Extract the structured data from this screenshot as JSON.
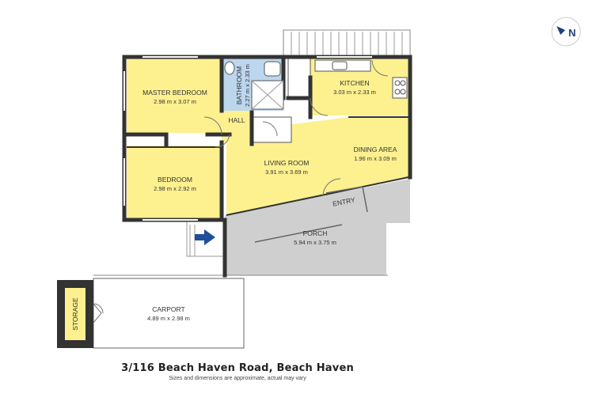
{
  "colors": {
    "room_fill": "#fdf08f",
    "bath_fill": "#bcd6ee",
    "porch_fill": "#cfcfcf",
    "wall": "#333333",
    "storage_fill": "#fdf08f",
    "arrow": "#1f4e9c",
    "compass_n": "#1f3f7a"
  },
  "compass": {
    "label": "N",
    "icon": "north-arrow-icon"
  },
  "rooms": {
    "master_bedroom": {
      "name": "MASTER BEDROOM",
      "dims": "2.98 m x 3.07 m"
    },
    "bathroom": {
      "name": "BATHROOM",
      "dims": "2.27 m x 2.33 m"
    },
    "kitchen": {
      "name": "KITCHEN",
      "dims": "3.03 m x 2.33 m"
    },
    "hall": {
      "name": "HALL"
    },
    "living_room": {
      "name": "LIVING ROOM",
      "dims": "3.91 m x 3.69 m"
    },
    "dining_area": {
      "name": "DINING AREA",
      "dims": "1.96 m x 3.09 m"
    },
    "bedroom": {
      "name": "BEDROOM",
      "dims": "2.98 m x 2.92 m"
    },
    "entry": {
      "name": "ENTRY"
    },
    "porch": {
      "name": "PORCH",
      "dims": "5.94 m x 3.75 m"
    },
    "storage": {
      "name": "STORAGE"
    },
    "carport": {
      "name": "CARPORT",
      "dims": "4.89 m x 2.98 m"
    }
  },
  "entrance_arrow": {
    "icon": "entrance-arrow-icon"
  },
  "footer": {
    "address": "3/116 Beach Haven Road, Beach Haven",
    "disclaimer": "Sizes and dimensions are approximate, actual may vary"
  }
}
